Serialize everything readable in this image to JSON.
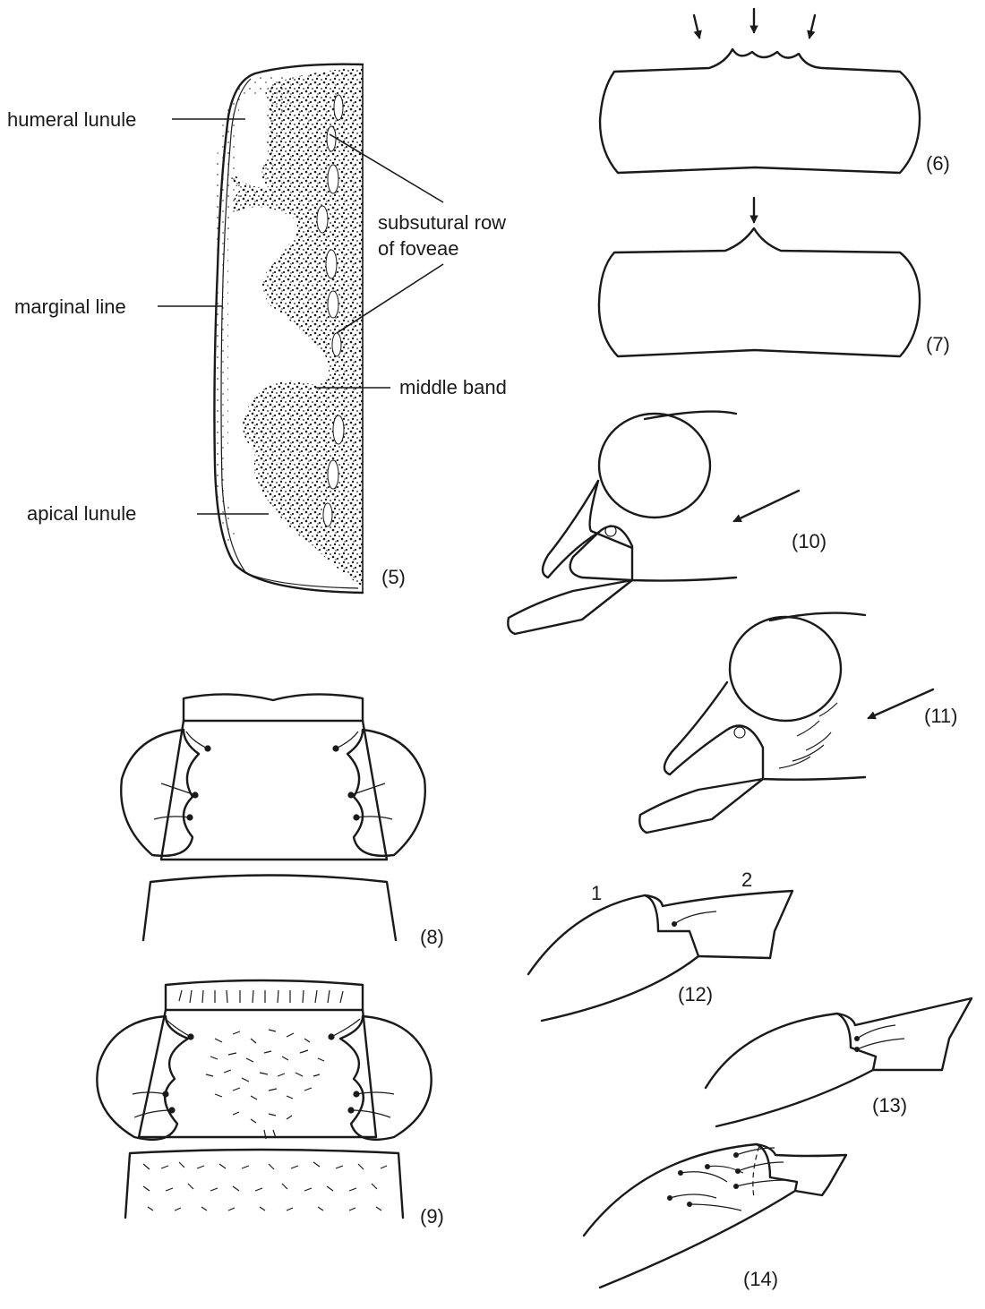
{
  "labels": {
    "humeral_lunule": "humeral lunule",
    "subsutural_row_line1": "subsutural row",
    "subsutural_row_line2": "of foveae",
    "marginal_line": "marginal line",
    "middle_band": "middle band",
    "apical_lunule": "apical lunule"
  },
  "figure_numbers": {
    "fig5": "(5)",
    "fig6": "(6)",
    "fig7": "(7)",
    "fig8": "(8)",
    "fig9": "(9)",
    "fig10": "(10)",
    "fig11": "(11)",
    "fig12": "(12)",
    "fig13": "(13)",
    "fig14": "(14)"
  },
  "segment_numbers": {
    "seg1": "1",
    "seg2": "2"
  },
  "colors": {
    "ink": "#1a1a1a",
    "paper": "#ffffff"
  }
}
